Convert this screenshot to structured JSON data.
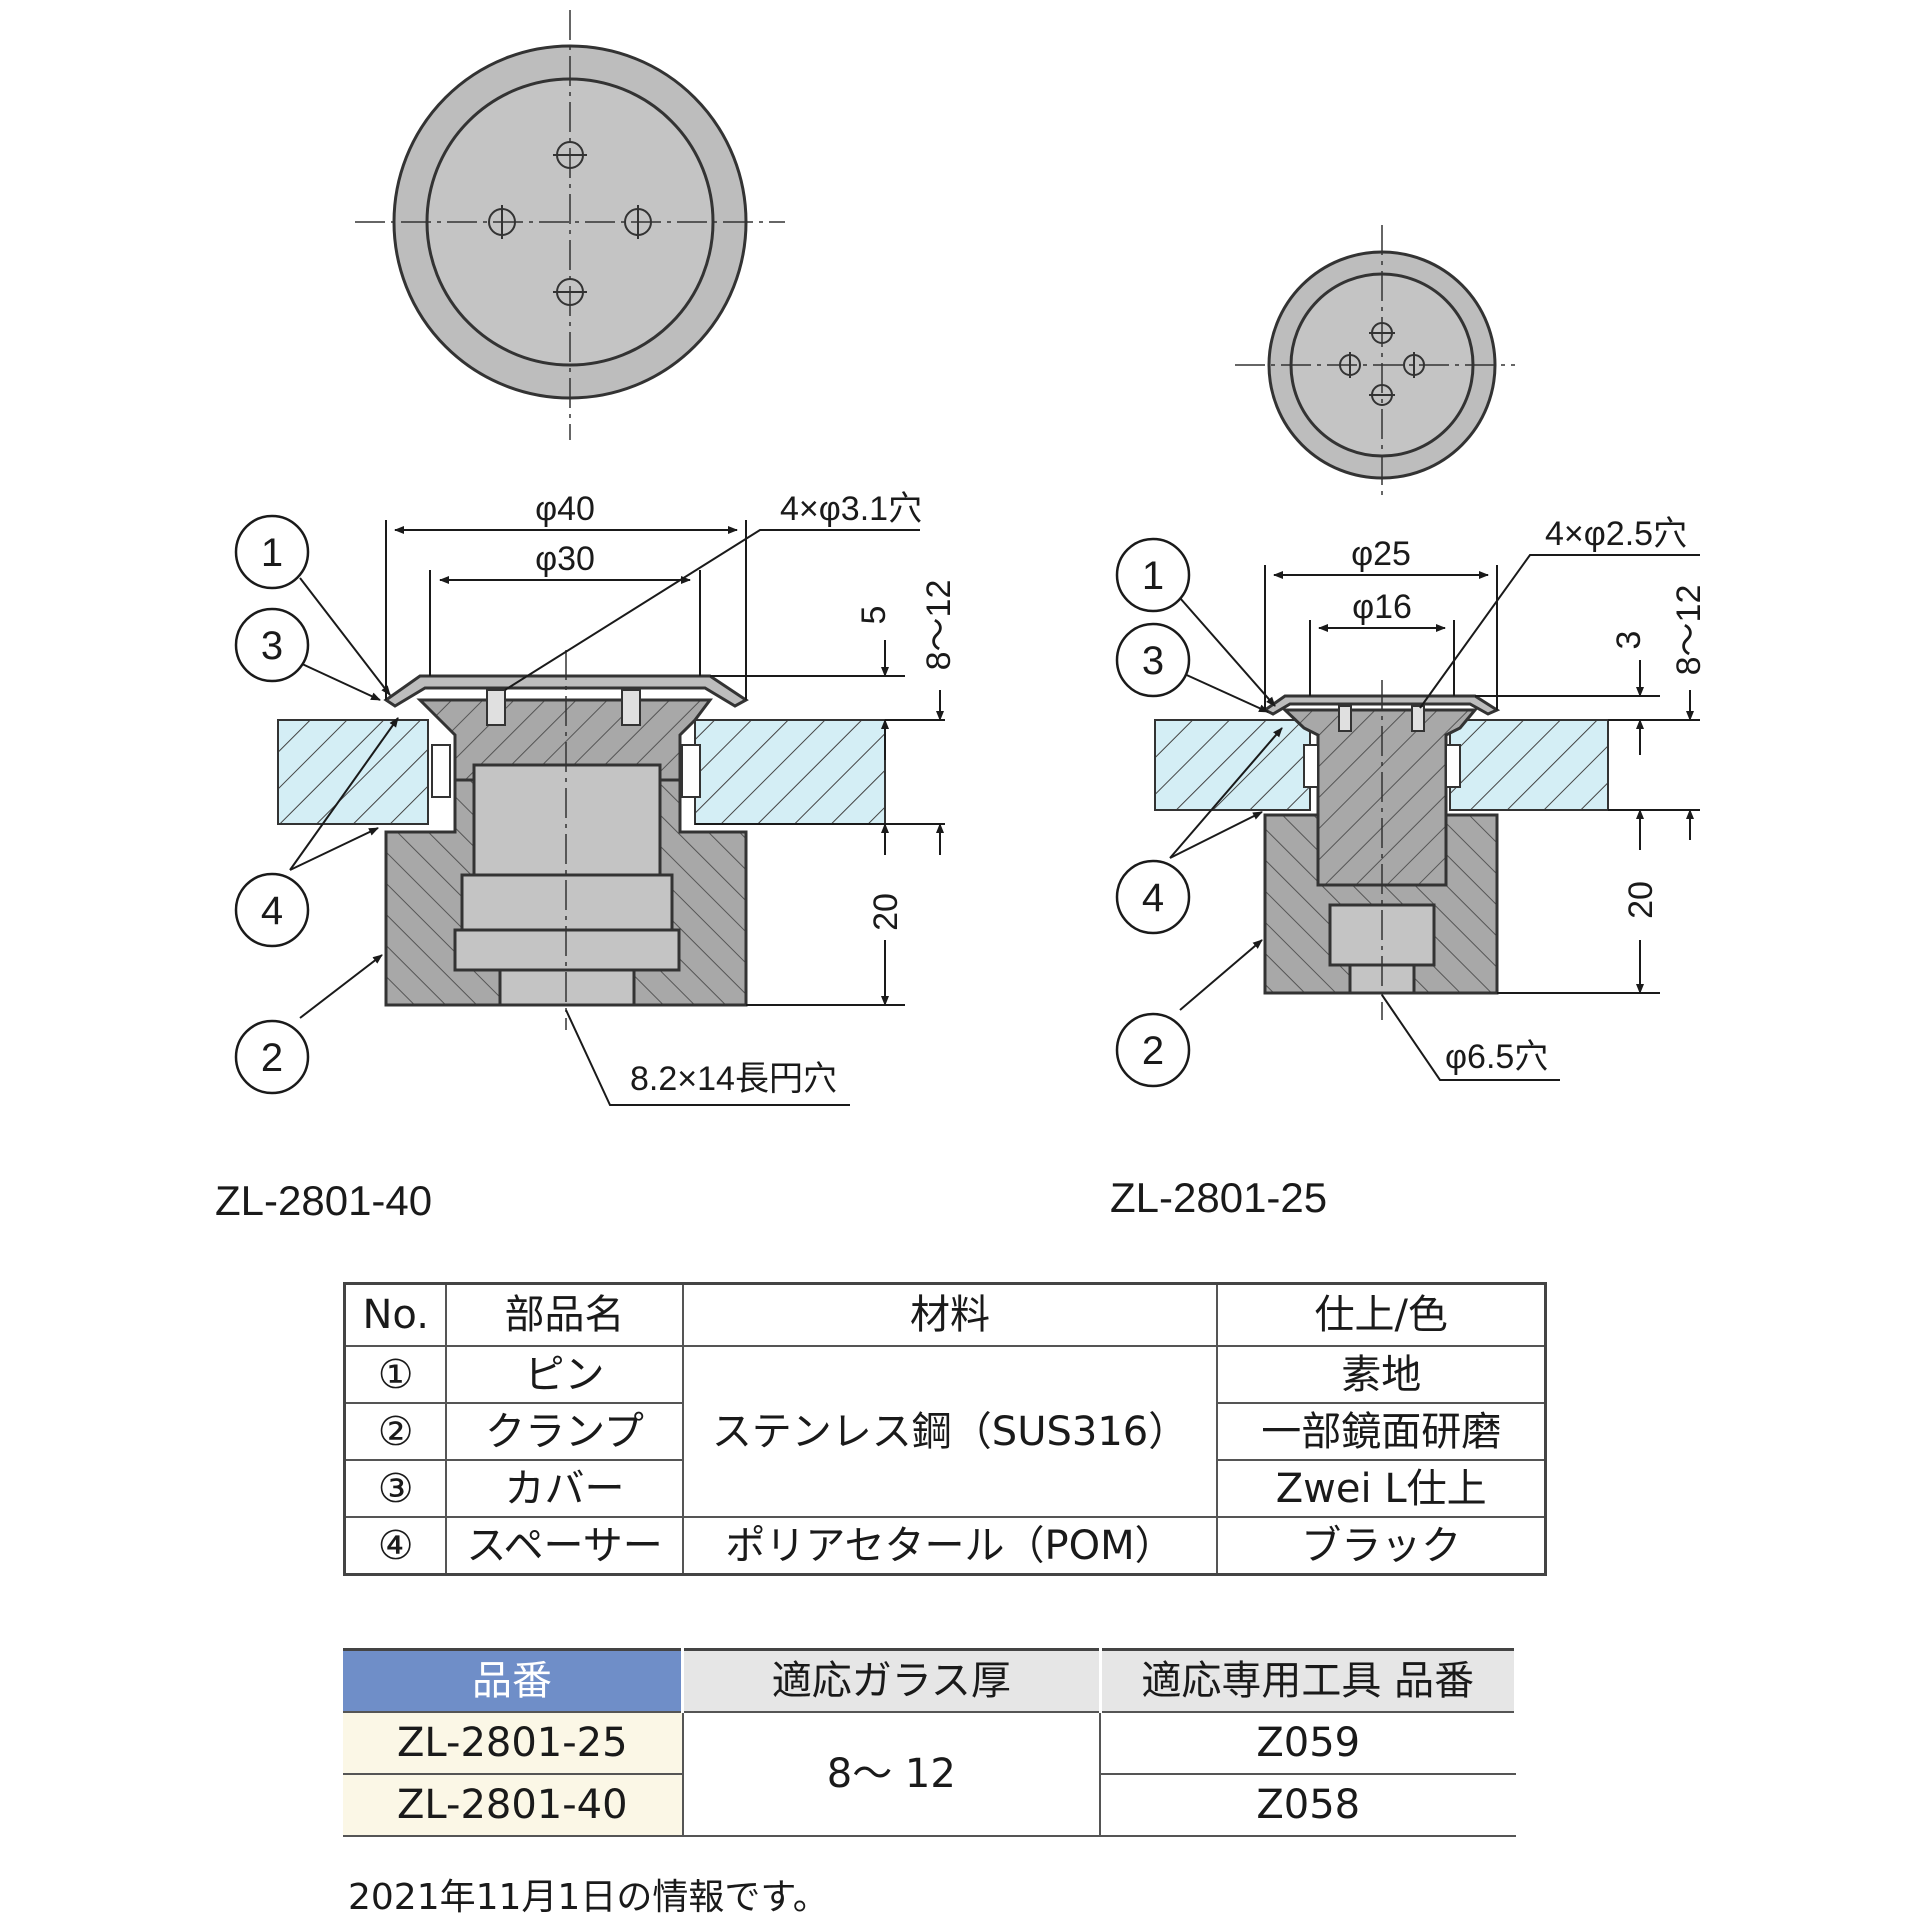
{
  "left_drawing": {
    "model": "ZL-2801-40",
    "dim_outer": "φ40",
    "dim_inner": "φ30",
    "holes": "4×φ3.1穴",
    "dim_cover": "5",
    "dim_glass": "8〜12",
    "dim_clamp": "20",
    "slot": "8.2×14長円穴"
  },
  "right_drawing": {
    "model": "ZL-2801-25",
    "dim_outer": "φ25",
    "dim_inner": "φ16",
    "holes": "4×φ2.5穴",
    "dim_cover": "3",
    "dim_glass": "8〜12",
    "dim_clamp": "20",
    "hole": "φ6.5穴"
  },
  "balloons": [
    "1",
    "2",
    "3",
    "4"
  ],
  "parts_table": {
    "headers": [
      "No.",
      "部品名",
      "材料",
      "仕上/色"
    ],
    "rows": [
      {
        "no": "①",
        "name": "ピン",
        "finish": "素地"
      },
      {
        "no": "②",
        "name": "クランプ",
        "finish": "一部鏡面研磨"
      },
      {
        "no": "③",
        "name": "カバー",
        "finish": "Zwei L仕上"
      },
      {
        "no": "④",
        "name": "スペーサー",
        "finish": "ブラック"
      }
    ],
    "material_steel": "ステンレス鋼（SUS316）",
    "material_pom": "ポリアセタール（POM）"
  },
  "product_table": {
    "headers": [
      "品番",
      "適応ガラス厚",
      "適応専用工具 品番"
    ],
    "rows": [
      {
        "part": "ZL-2801-25",
        "tool": "Z059"
      },
      {
        "part": "ZL-2801-40",
        "tool": "Z058"
      }
    ],
    "glass": "8〜 12"
  },
  "note": "2021年11月1日の情報です。",
  "colors": {
    "metal": "#bdbdbd",
    "metal_dark": "#9a9a9a",
    "glass": "#d4eef5",
    "header_blue": "#6f8ec8",
    "header_gray": "#e6e6e6",
    "part_cell": "#fbf7e6"
  }
}
